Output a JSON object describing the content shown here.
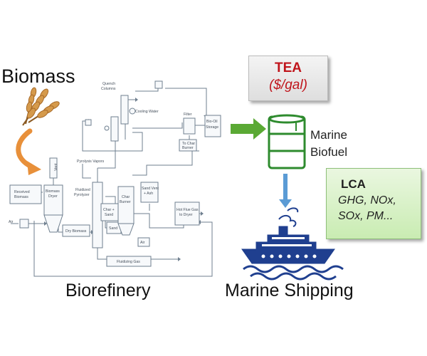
{
  "labels": {
    "biomass": "Biomass",
    "biorefinery": "Biorefinery",
    "marine_shipping": "Marine Shipping",
    "marine_biofuel_line1": "Marine",
    "marine_biofuel_line2": "Biofuel"
  },
  "tea": {
    "title": "TEA",
    "unit": "($/gal)"
  },
  "lca": {
    "title": "LCA",
    "line1": "GHG, NOx,",
    "line2": "SOx, PM..."
  },
  "process": {
    "quench_columns_1": "Quench",
    "quench_columns_2": "Columns",
    "cooling_water": "Cooling Water",
    "filter": "Filter",
    "bio_oil_1": "Bio-Oil",
    "bio_oil_2": "Storage",
    "to_char_1": "To Char",
    "to_char_2": "Burner",
    "vent": "Vent",
    "pyrolysis_vapors": "Pyrolysis Vapors",
    "received_1": "Received",
    "received_2": "Biomass",
    "biomass_dryer_1": "Biomass",
    "biomass_dryer_2": "Dryer",
    "fluidized_pyrolyzer_1": "Fluidized",
    "fluidized_pyrolyzer_2": "Pyrolyzer",
    "char_sand_1": "Char +",
    "char_sand_2": "Sand",
    "char_burner_1": "Char",
    "char_burner_2": "Burner",
    "sand_vent_1": "Sand Vent",
    "sand_vent_2": "+ Ash",
    "hot_flue_1": "Hot Flue Gas",
    "hot_flue_2": "to Dryer",
    "air_left": "Air",
    "air_right": "Air",
    "dry_biomass": "Dry Biomass",
    "sand": "Sand",
    "fluidizing_gas": "Fluidizing Gas"
  },
  "colors": {
    "tea_text": "#c0141b",
    "lca_fill": "#c9ecb2",
    "green_arrow": "#5aa934",
    "blue_arrow": "#5b9bd5",
    "barrel_green": "#2e8b2e",
    "ship_blue": "#1f3f8f",
    "wheat": "#c9863a",
    "orange_arrow": "#e8903a"
  },
  "icons": [
    "wheat-icon",
    "curved-arrow-icon",
    "barrel-icon",
    "ship-icon",
    "green-arrow-icon",
    "blue-arrow-icon"
  ]
}
